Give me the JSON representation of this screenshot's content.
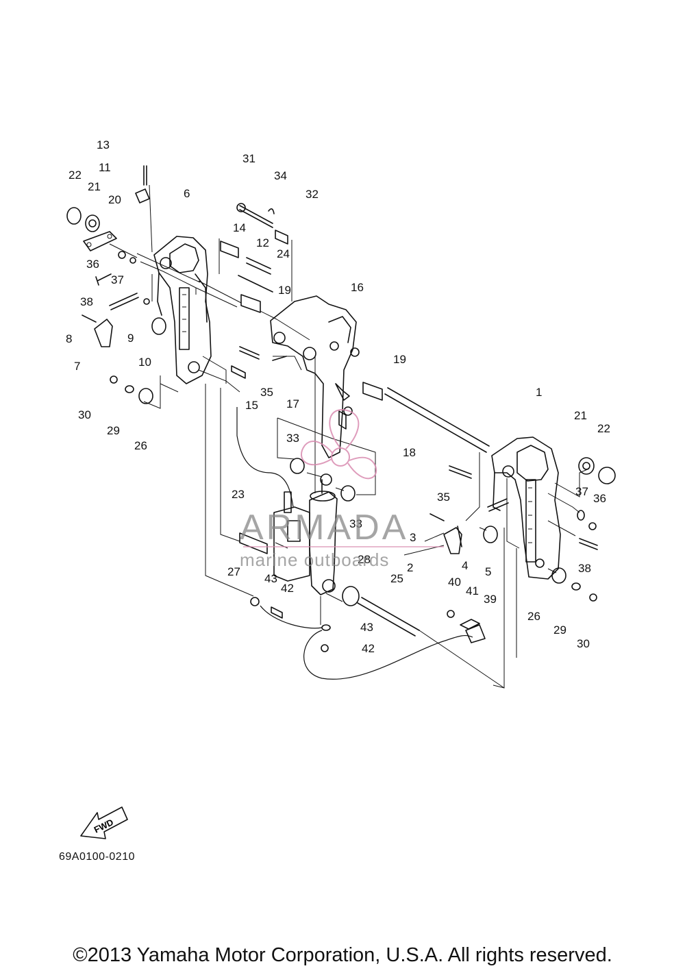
{
  "diagram": {
    "callouts": [
      "1",
      "2",
      "3",
      "4",
      "5",
      "6",
      "7",
      "8",
      "9",
      "10",
      "11",
      "12",
      "13",
      "14",
      "15",
      "16",
      "17",
      "18",
      "19",
      "20",
      "21",
      "22",
      "23",
      "24",
      "25",
      "26",
      "27",
      "28",
      "29",
      "30",
      "31",
      "32",
      "33",
      "34",
      "35",
      "36",
      "37",
      "38",
      "39",
      "40",
      "41",
      "42",
      "43"
    ],
    "fwd_label": "FWD",
    "part_code": "69A0100-0210"
  },
  "watermark": {
    "name": "ARMADA",
    "tagline": "marine outboards",
    "accent_color": "#d98bb0"
  },
  "footer": {
    "copyright": "©2013 Yamaha Motor Corporation, U.S.A. All rights reserved."
  }
}
